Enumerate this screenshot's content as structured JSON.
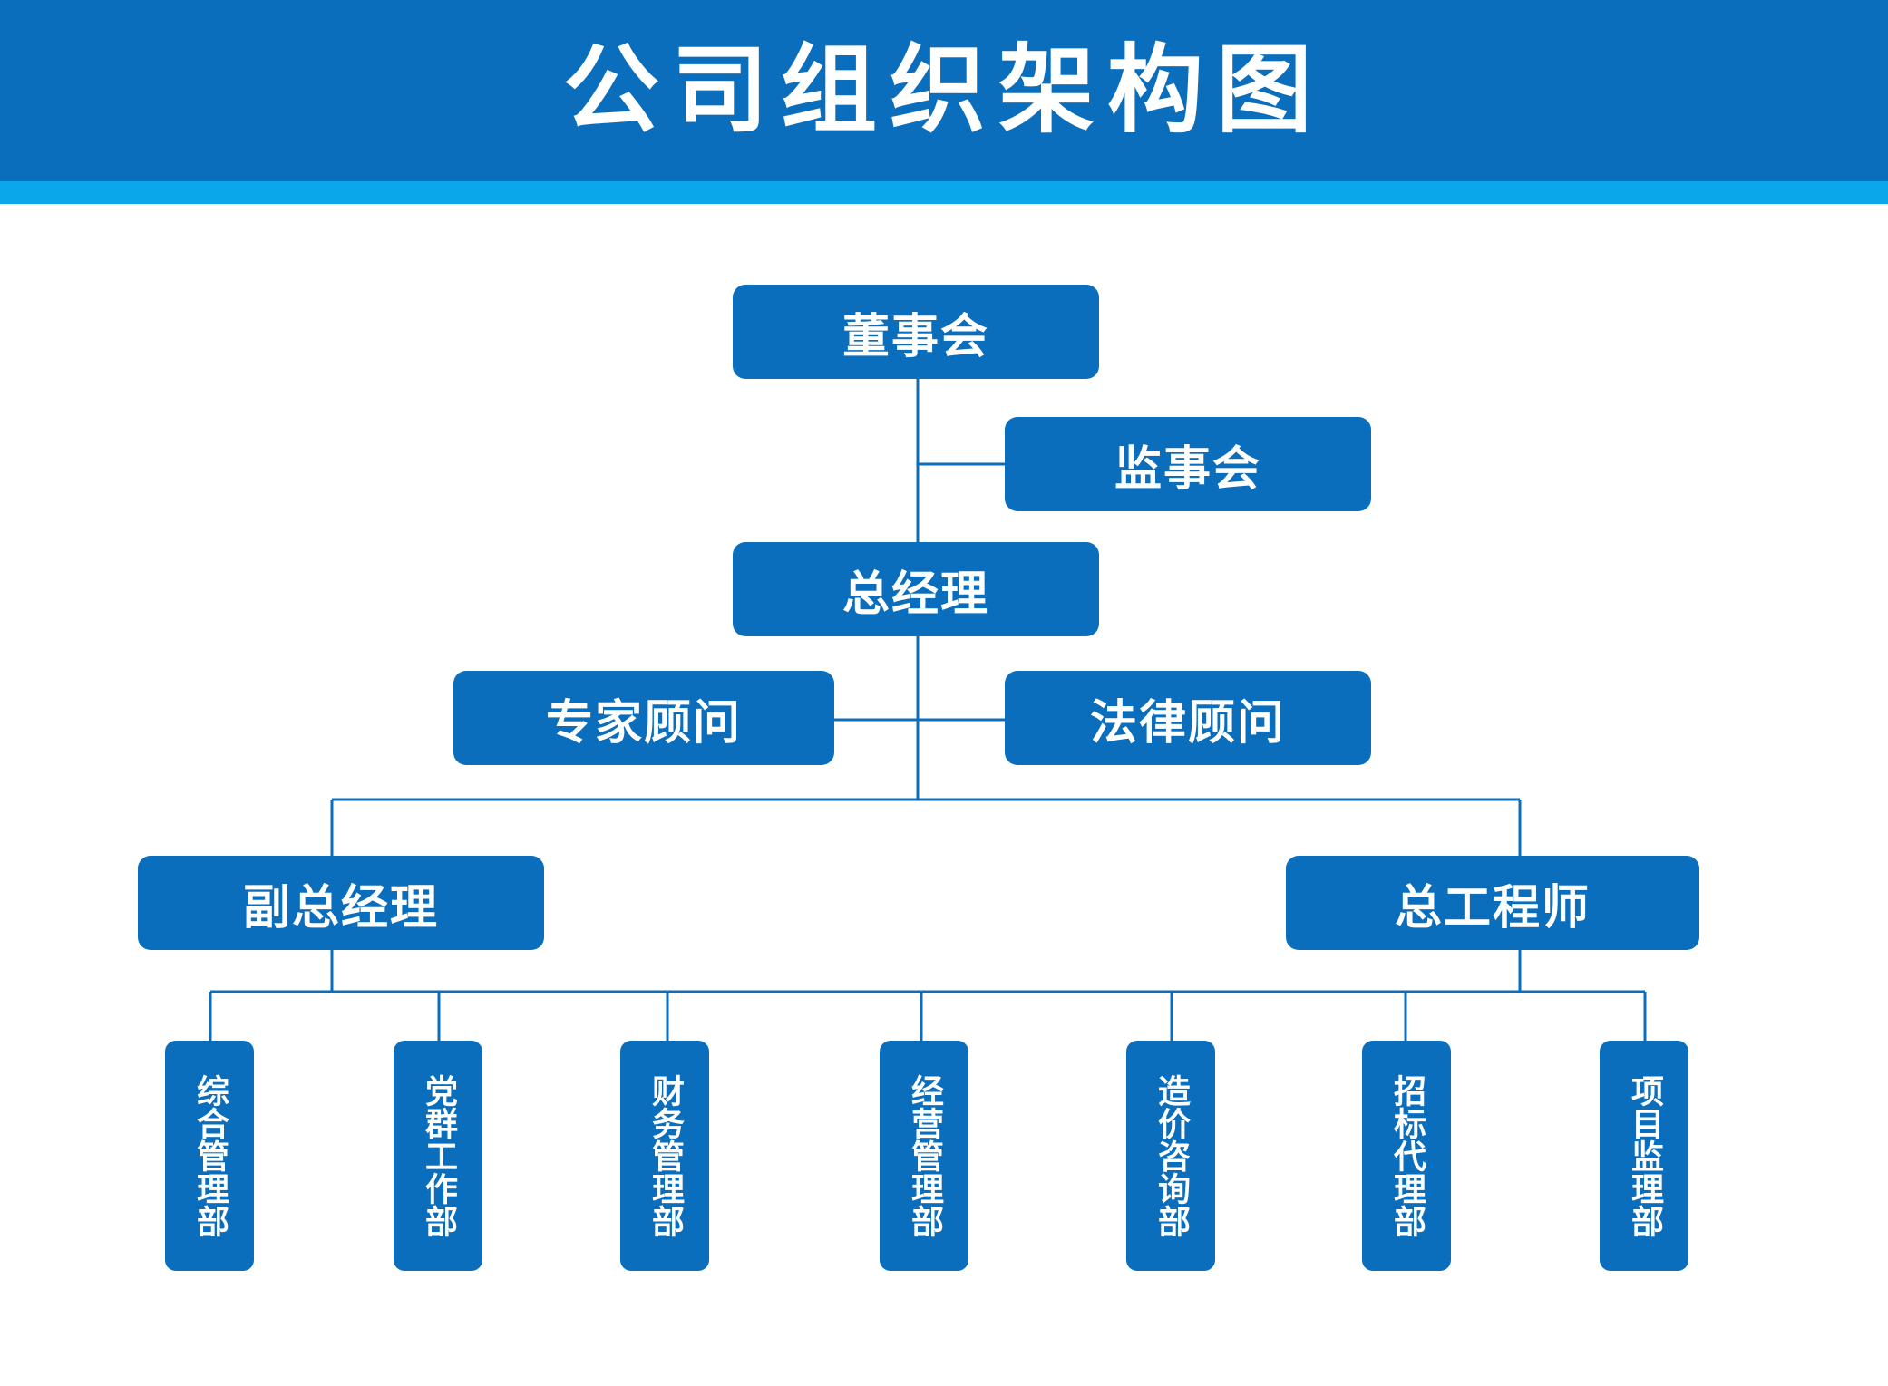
{
  "title": "公司组织架构图",
  "colors": {
    "header": "#0a6ebd",
    "stripe": "#0aa8ea",
    "node": "#0a6ebd",
    "line": "#0a6ebd",
    "text": "#ffffff"
  },
  "nodes": {
    "board": "董事会",
    "supervisory": "监事会",
    "gm": "总经理",
    "expert": "专家顾问",
    "legal": "法律顾问",
    "deputy_gm": "副总经理",
    "chief_engineer": "总工程师"
  },
  "departments": [
    "综合管理部",
    "党群工作部",
    "财务管理部",
    "经营管理部",
    "造价咨询部",
    "招标代理部",
    "项目监理部"
  ]
}
